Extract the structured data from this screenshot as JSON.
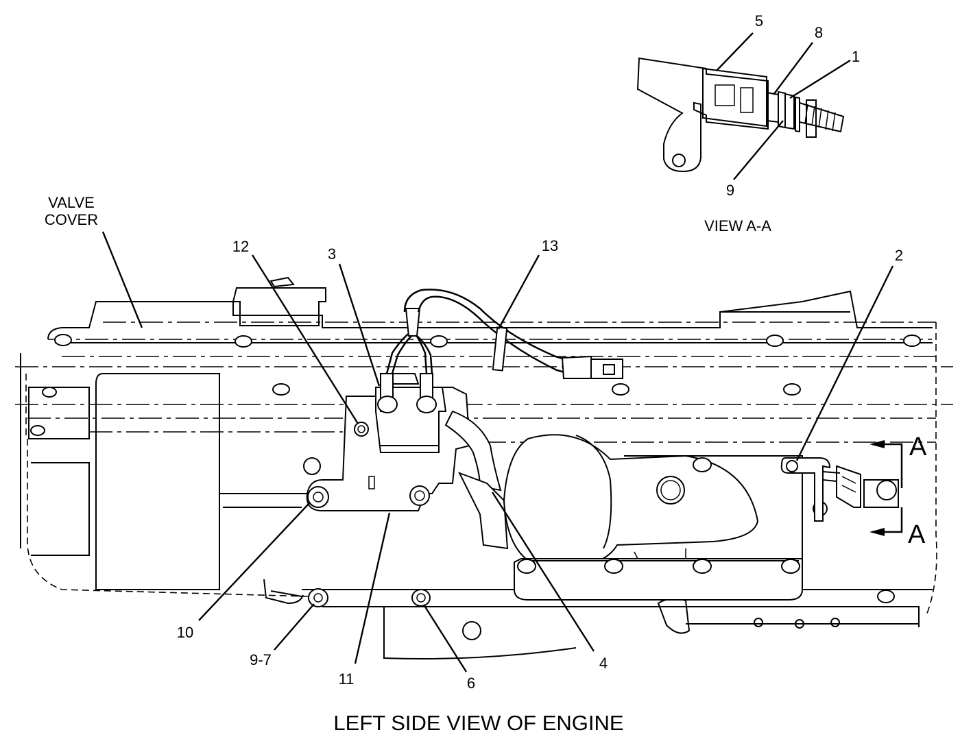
{
  "labels": {
    "valve_cover_line1": "VALVE",
    "valve_cover_line2": "COVER",
    "view_aa": "VIEW A-A",
    "title": "LEFT SIDE VIEW OF ENGINE",
    "section_a_top": "A",
    "section_a_bottom": "A"
  },
  "callouts": {
    "c1": "1",
    "c2": "2",
    "c3": "3",
    "c4": "4",
    "c5": "5",
    "c6": "6",
    "c8": "8",
    "c9": "9",
    "c97": "9-7",
    "c10": "10",
    "c11": "11",
    "c12": "12",
    "c13": "13"
  }
}
